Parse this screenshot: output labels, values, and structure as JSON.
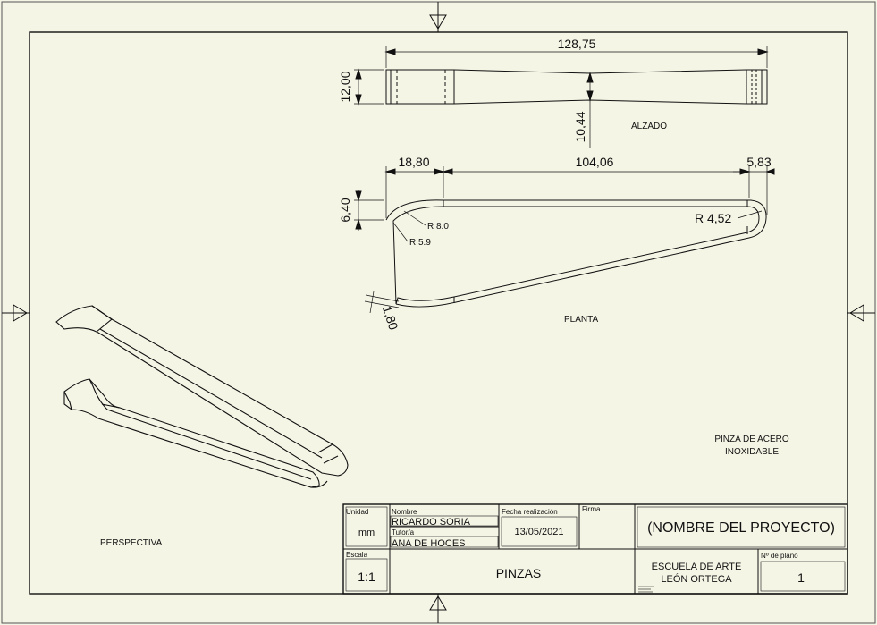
{
  "views": {
    "alzado": "ALZADO",
    "planta": "PLANTA",
    "perspectiva": "PERSPECTIVA"
  },
  "note": {
    "line1": "PINZA DE ACERO",
    "line2": "INOXIDABLE"
  },
  "dimensions": {
    "length_total": "128,75",
    "height": "12,00",
    "mid_height": "10,44",
    "left_segment": "18,80",
    "mid_segment": "104,06",
    "right_segment": "5,83",
    "opening": "6,40",
    "thickness": "1,80",
    "radius_outer": "R 4,52",
    "radius_a": "R 8.0",
    "radius_b": "R 5.9"
  },
  "title_block": {
    "unidad_label": "Unidad",
    "unidad_value": "mm",
    "nombre_label": "Nombre",
    "nombre_value": "RICARDO SORIA",
    "tutor_label": "Tutor/a",
    "tutor_value": "ANA DE HOCES",
    "fecha_label": "Fecha realización",
    "fecha_value": "13/05/2021",
    "firma_label": "Firma",
    "proyecto": "(NOMBRE DEL PROYECTO)",
    "escala_label": "Escala",
    "escala_value": "1:1",
    "pieza": "PINZAS",
    "escuela_line1": "ESCUELA DE ARTE",
    "escuela_line2": "LEÓN ORTEGA",
    "plano_label": "Nº de plano",
    "plano_value": "1"
  },
  "colors": {
    "paper": "#f5f5e6",
    "line": "#111111"
  }
}
